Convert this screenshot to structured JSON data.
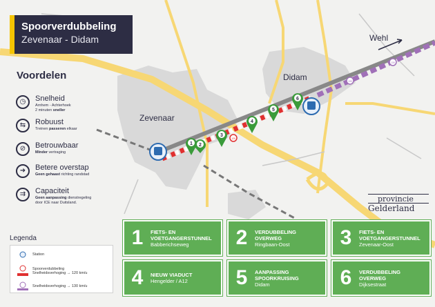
{
  "title": {
    "line1": "Spoorverdubbeling",
    "line2": "Zevenaar - Didam"
  },
  "voordelen": {
    "heading": "Voordelen",
    "items": [
      {
        "icon": "stopwatch-icon",
        "label": "Snelheid",
        "sub1": "Arnhem - Achterhoek",
        "sub2a": "2 minuten ",
        "sub2b": "sneller"
      },
      {
        "icon": "train-icon",
        "label": "Robuust",
        "sub1a": "Treinen ",
        "sub1b": "passeren",
        "sub1c": " elkaar"
      },
      {
        "icon": "delay-icon",
        "label": "Betrouwbaar",
        "sub1a": "Minder",
        "sub1b": " vertraging"
      },
      {
        "icon": "transfer-icon",
        "label": "Betere overstap",
        "sub1a": "Geen gehaast",
        "sub1b": " richting randstad"
      },
      {
        "icon": "capacity-icon",
        "label": "Capaciteit",
        "sub1a": "Geen aanpassing",
        "sub1b": " dienstregeling",
        "sub2": "door ICE naar Duitsland."
      }
    ]
  },
  "towns": {
    "zevenaar": "Zevenaar",
    "didam": "Didam",
    "wehl": "Wehl"
  },
  "legenda": {
    "heading": "Legenda",
    "station": "Station",
    "speed120_sign": "120",
    "speed130_sign": "130",
    "spoor1": "Spoorverdubbeling",
    "spoor2": "Snelheidsverhoging → 120 km/u",
    "spoor3": "Snelheidsverhoging → 130 km/u"
  },
  "markers": [
    "1",
    "2",
    "3",
    "4",
    "5",
    "6"
  ],
  "cards": [
    {
      "num": "1",
      "title1": "FIETS- EN",
      "title2": "VOETGANGERSTUNNEL",
      "sub": "Babberichseweg"
    },
    {
      "num": "2",
      "title1": "VERDUBBELING",
      "title2": "OVERWEG",
      "sub": "Ringbaan-Oost"
    },
    {
      "num": "3",
      "title1": "FIETS- EN",
      "title2": "VOETGANGERSTUNNEL",
      "sub": "Zevenaar-Oost"
    },
    {
      "num": "4",
      "title1": "NIEUW VIADUCT",
      "title2": "",
      "sub": "Hengelder / A12"
    },
    {
      "num": "5",
      "title1": "AANPASSING",
      "title2": "SPOORKRUISING",
      "sub": "Didam"
    },
    {
      "num": "6",
      "title1": "VERDUBBELING",
      "title2": "OVERWEG",
      "sub": "Dijksestraat"
    }
  ],
  "provincie": {
    "line1": "provincie",
    "line2": "Gelderland"
  },
  "colors": {
    "navy": "#2d2d44",
    "yellow": "#f5c400",
    "green": "#5fae55",
    "red": "#e03030",
    "purple": "#a070b8",
    "road": "#f7d774",
    "urban": "#d9d9d9"
  }
}
